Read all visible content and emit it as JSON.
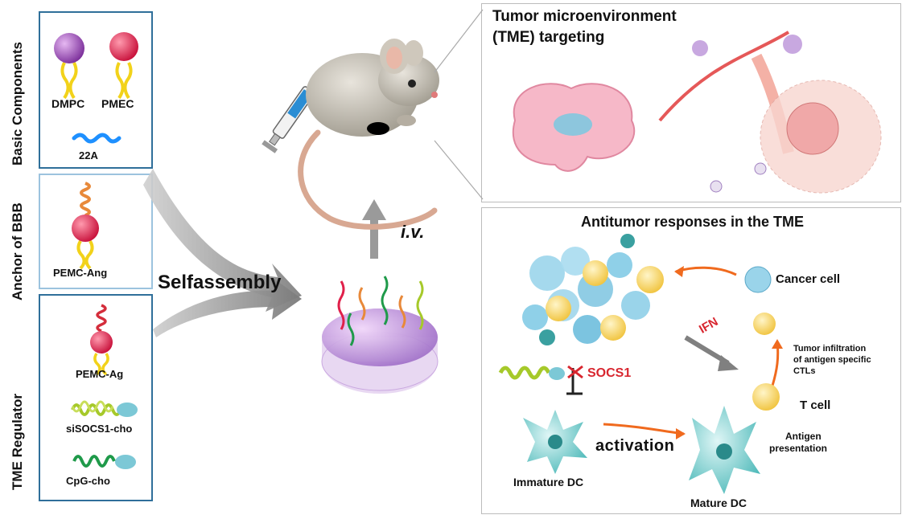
{
  "side_labels": {
    "basic": "Basic Components",
    "anchor": "Anchor  of BBB",
    "tme": "TME  Regulator"
  },
  "components": {
    "dmpc": "DMPC",
    "pmec": "PMEC",
    "peptide_22a": "22A",
    "pemc_ang": "PEMC-Ang",
    "pemc_ag": "PEMC-Ag",
    "sisocs1": "siSOCS1-cho",
    "cpg": "CpG-cho"
  },
  "process": {
    "selfassembly": "Selfassembly",
    "iv": "i.v."
  },
  "tme_panel": {
    "title_line1": "Tumor microenvironment",
    "title_line2": "(TME) targeting"
  },
  "response_panel": {
    "title": "Antitumor responses in the TME",
    "cancer_cell": "Cancer cell",
    "ifn": "IFN",
    "socs1": "SOCS1",
    "infiltration_l1": "Tumor infiltration",
    "infiltration_l2": "of antigen specific",
    "infiltration_l3": "CTLs",
    "t_cell": "T cell",
    "antigen_l1": "Antigen",
    "antigen_l2": "presentation",
    "activation": "activation",
    "immature_dc": "Immature DC",
    "mature_dc": "Mature DC"
  },
  "colors": {
    "box_border": "#2f6f9a",
    "box_border_light": "#9cc3de",
    "dmpc_head": "#8e44ad",
    "pmec_head": "#e0204a",
    "tail_yellow": "#f2d21a",
    "peptide_blue": "#1e90ff",
    "ang_orange": "#e8893a",
    "ag_red": "#d42d3b",
    "sirna_green": "#a6c92a",
    "cpg_green": "#1f9a4a",
    "cholesterol": "#7cc8d6",
    "arrow_orange": "#f06a1e",
    "arrow_grey": "#808080",
    "ifn_red": "#d8262f"
  },
  "icons": [
    "syringe-icon",
    "mouse-icon",
    "brain-icon",
    "nanodisc-icon",
    "dendritic-cell-icon",
    "t-cell-icon",
    "cancer-cell-icon"
  ]
}
